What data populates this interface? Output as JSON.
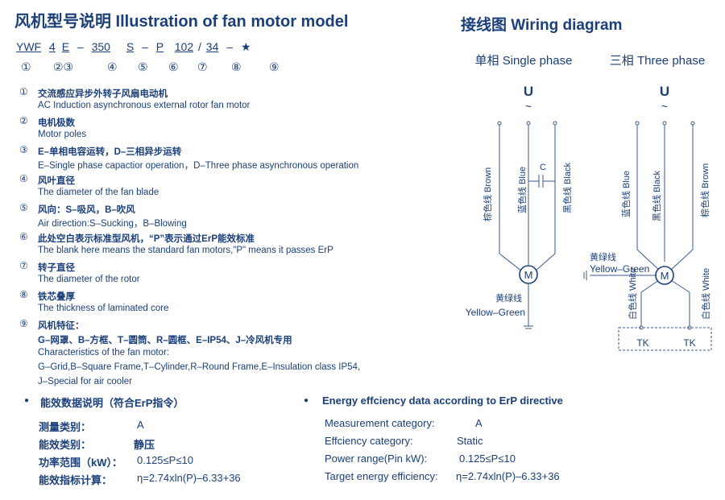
{
  "model": {
    "title": "风机型号说明 Illustration of fan motor model",
    "code_parts": [
      "YWF",
      "4",
      "E",
      "–",
      "350",
      "S",
      "–",
      "P",
      "102",
      "/",
      "34",
      "–",
      "★"
    ],
    "code_numbers": [
      "①",
      "②③",
      "④",
      "⑤",
      "⑥",
      "⑦",
      "⑧",
      "⑨"
    ],
    "items": [
      {
        "num": "①",
        "cn": "交流感应异步外转子风扇电动机",
        "en": [
          "AC Induction asynchronous external rotor fan motor"
        ]
      },
      {
        "num": "②",
        "cn": "电机极数",
        "en": [
          "Motor poles"
        ]
      },
      {
        "num": "③",
        "cn": "E–单相电容运转，D–三相异步运转",
        "en": [
          "E–Single phase capactior operation，D–Three phase asynchronous operation"
        ]
      },
      {
        "num": "④",
        "cn": "风叶直径",
        "en": [
          "The diameter of the fan blade"
        ]
      },
      {
        "num": "⑤",
        "cn": "风向：S–吸风，B–吹风",
        "en": [
          "Air direction:S–Sucking，B–Blowing"
        ]
      },
      {
        "num": "⑥",
        "cn": "此处空白表示标准型风机，“P”表示通过ErP能效标准",
        "en": [
          "The blank here means the standard fan motors,\"P\" means it passes ErP"
        ]
      },
      {
        "num": "⑦",
        "cn": "转子直径",
        "en": [
          "The diameter of the rotor"
        ]
      },
      {
        "num": "⑧",
        "cn": "铁芯叠厚",
        "en": [
          "The thickness of laminated core"
        ]
      },
      {
        "num": "⑨",
        "cn": "风机特征：",
        "en": [
          "G–网罩、B–方框、T–圆筒、R–圆框、E–IP54、J–冷风机专用",
          "Characteristics of the fan motor:",
          "G–Grid,B–Square Frame,T–Cylinder,R–Round Frame,E–Insulation class IP54,",
          "J–Special for air cooler"
        ]
      }
    ]
  },
  "wiring": {
    "title": "接线图 Wiring diagram",
    "single": {
      "title": "单相 Single phase",
      "u": "U",
      "tilde": "~",
      "wires": [
        "棕色线 Brown",
        "蓝色线 Blue",
        "黑色线 Black"
      ],
      "capacitor": "C",
      "motor": "M",
      "ground_cn": "黄绿线",
      "ground_en": "Yellow–Green"
    },
    "three": {
      "title": "三相 Three phase",
      "u": "U",
      "tilde": "~",
      "wires": [
        "蓝色线 Blue",
        "黑色线 Black",
        "棕色线 Brown"
      ],
      "motor": "M",
      "ground_cn": "黄绿线",
      "ground_en": "Yellow–Green",
      "white_left": "白色线 White",
      "white_right": "白色线 White",
      "tk_left": "TK",
      "tk_right": "TK"
    }
  },
  "erp_cn": {
    "title": "能效数据说明（符合ErP指令）",
    "rows": [
      {
        "label": "测量类别：",
        "value": "A"
      },
      {
        "label": "能效类别：",
        "value": "静压"
      },
      {
        "label": "功率范围（kW）：",
        "value": "0.125≤P≤10"
      },
      {
        "label": "能效指标计算：",
        "value": "η=2.74xln(P)–6.33+36"
      }
    ]
  },
  "erp_en": {
    "title": "Energy effciency data according to ErP directive",
    "rows": [
      {
        "label": "Measurement category:",
        "value": "A"
      },
      {
        "label": "Effciency category:",
        "value": "Static"
      },
      {
        "label": "Power range(Pin kW):",
        "value": "0.125≤P≤10"
      },
      {
        "label": "Target energy efficiency:",
        "value": "η=2.74xln(P)–6.33+36"
      }
    ]
  }
}
